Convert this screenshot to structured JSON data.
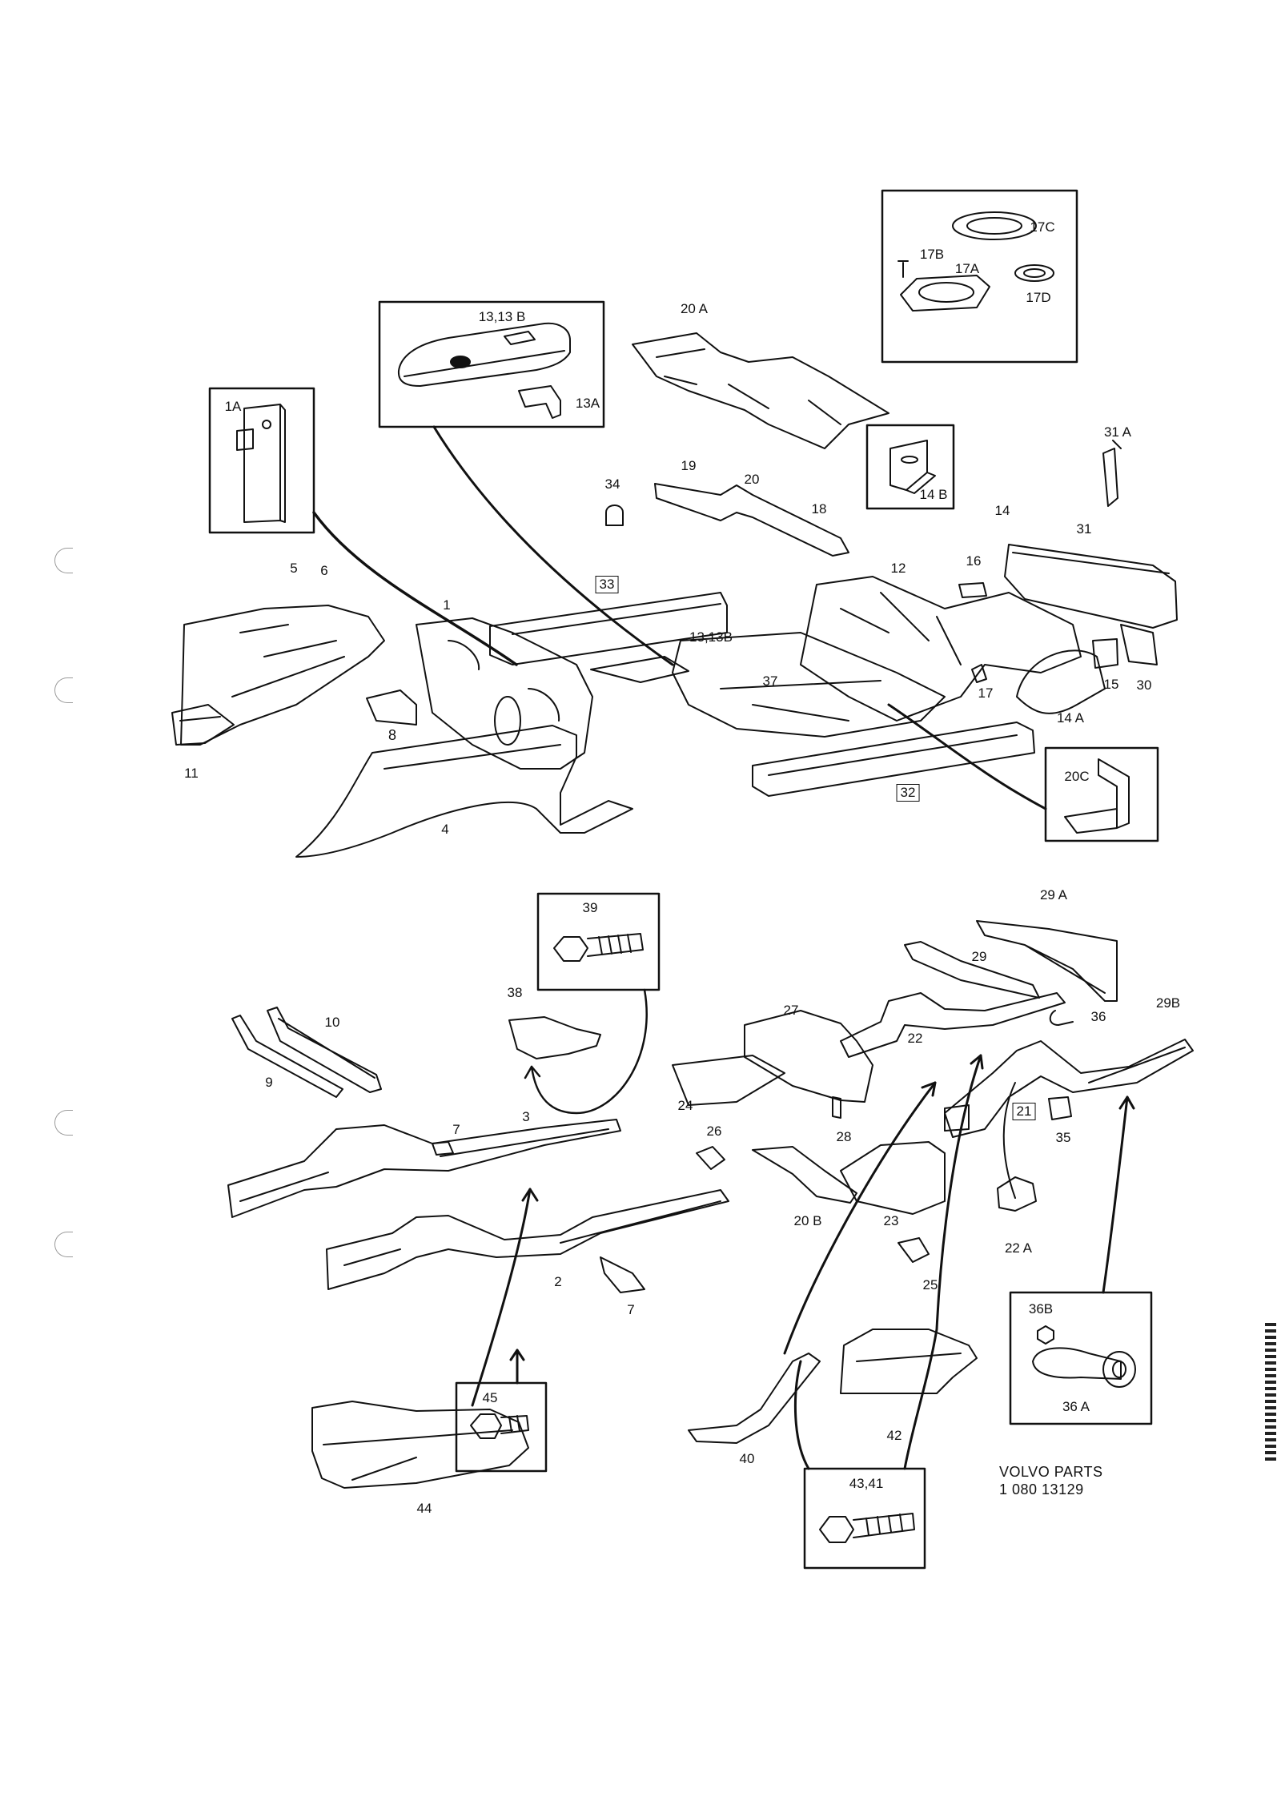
{
  "diagram": {
    "callouts": {
      "l1A": "1A",
      "l13B_box": "13,13 B",
      "l13A": "13A",
      "l20A": "20 A",
      "l17C": "17C",
      "l17B": "17B",
      "l17A": "17A",
      "l17D": "17D",
      "l31A": "31 A",
      "l14B": "14 B",
      "l14": "14",
      "l31": "31",
      "l34": "34",
      "l19": "19",
      "l20": "20",
      "l18": "18",
      "l33": "33",
      "l12": "12",
      "l16": "16",
      "l5": "5",
      "l6": "6",
      "l1": "1",
      "l13_13B": "13,13B",
      "l37": "37",
      "l17": "17",
      "l15": "15",
      "l30": "30",
      "l14A": "14 A",
      "l11": "11",
      "l8": "8",
      "l4": "4",
      "l32": "32",
      "l20C": "20C",
      "l39": "39",
      "l38": "38",
      "l10": "10",
      "l9": "9",
      "l7a": "7",
      "l3": "3",
      "l2": "2",
      "l7b": "7",
      "l44": "44",
      "l45": "45",
      "l29A": "29 A",
      "l29": "29",
      "l36": "36",
      "l29B": "29B",
      "l27": "27",
      "l22": "22",
      "l24": "24",
      "l28": "28",
      "l26": "26",
      "l21": "21",
      "l35": "35",
      "l20B": "20 B",
      "l23": "23",
      "l22A": "22 A",
      "l25": "25",
      "l36B": "36B",
      "l36A": "36 A",
      "l43_41": "43,41",
      "l40": "40",
      "l42": "42"
    },
    "footer": {
      "brand": "VOLVO PARTS",
      "number": "1 080 13129"
    }
  }
}
